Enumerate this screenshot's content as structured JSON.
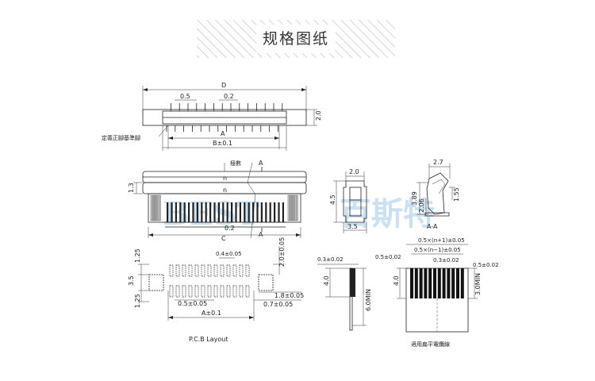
{
  "banner": {
    "title": "规格图纸"
  },
  "top_view": {
    "dim_D": "D",
    "dim_pitch": "0.5",
    "dim_pin_width": "0.2",
    "dim_height": "2.0",
    "dim_A": "A",
    "dim_B": "B±0.1",
    "pin1_note": "定義正腳基準腳"
  },
  "front_view": {
    "dim_count": "極數",
    "dim_n_top": "n",
    "dim_n_mid": "n",
    "dim_left_h": "1.3",
    "dim_pin_w": "0.2",
    "dim_C": "C",
    "section_A_top": "A",
    "section_A_bottom": "A"
  },
  "side_view": {
    "dim_top": "2.0",
    "dim_height": "4.5",
    "dim_bottom": "3.5"
  },
  "section_view": {
    "dim_top": "2.7",
    "dim_h1": "3.89",
    "dim_h2": "2.06",
    "dim_h3": "1.55",
    "label": "A-A"
  },
  "pcb_layout": {
    "dim_pad_w": "0.4±0.05",
    "dim_right_h": "2.0±0.05",
    "dim_left_top": "1.25",
    "dim_left_mid": "3.5",
    "dim_left_bot": "1.25",
    "dim_pitch": "0.5±0.05",
    "dim_side_pad": "1.8±0.05",
    "dim_side_pad_w": "0.7±0.05",
    "dim_A": "A±0.1",
    "caption": "P.C.B Layout"
  },
  "cable_side": {
    "dim_thickness": "0.3±0.02",
    "dim_h": "4.0",
    "dim_min": "6.0MIN"
  },
  "cable_front": {
    "dim_total": "0.5×(n+1)±0.05",
    "dim_inner": "0.5×(n−1)±0.05",
    "dim_left": "0.5±0.02",
    "dim_pitch": "0.3±0.02",
    "dim_right": "0.5±0.02",
    "dim_h": "4.0",
    "dim_min": "3.0MIN",
    "caption": "適用扁平電纜線"
  },
  "watermark": {
    "latin": "BEST",
    "cjk": "百斯特"
  }
}
